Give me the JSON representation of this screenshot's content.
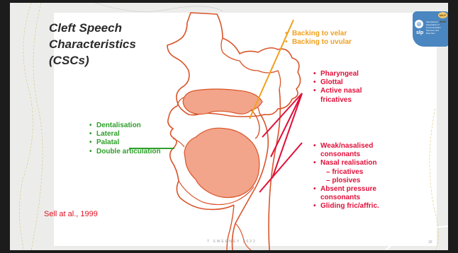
{
  "slide": {
    "title_lines": [
      "Cleft Speech",
      "Characteristics",
      "(CSCs)"
    ],
    "orange_list": [
      "Backing to velar",
      "Backing to uvular"
    ],
    "red_list_top": [
      "Pharyngeal",
      "Glottal",
      "Active nasal fricatives"
    ],
    "green_list": [
      "Dentalisation",
      "Lateral",
      "Palatal",
      "Double articulation"
    ],
    "red_list_bottom": {
      "item1": "Weak/nasalised consonants",
      "item2": "Nasal realisation",
      "sub1": "– fricatives",
      "sub2": "– plosives",
      "item3": "Absent pressure consonants",
      "item4": "Gliding fric/affric."
    },
    "citation": "Sell at al., 1999",
    "footer": "T SWEENEY 2022",
    "page_number": "16",
    "logo": {
      "badge_text": "IALP 2020",
      "mark": "⊕",
      "slp_text": "slp",
      "org_text": "International Association of Communication Sciences and Disorders"
    }
  },
  "colors": {
    "orange": "#f0a020",
    "red": "#e0103a",
    "green": "#2ea02a",
    "anatomy_outline": "#d9542a",
    "anatomy_fill": "#f2a58a"
  }
}
